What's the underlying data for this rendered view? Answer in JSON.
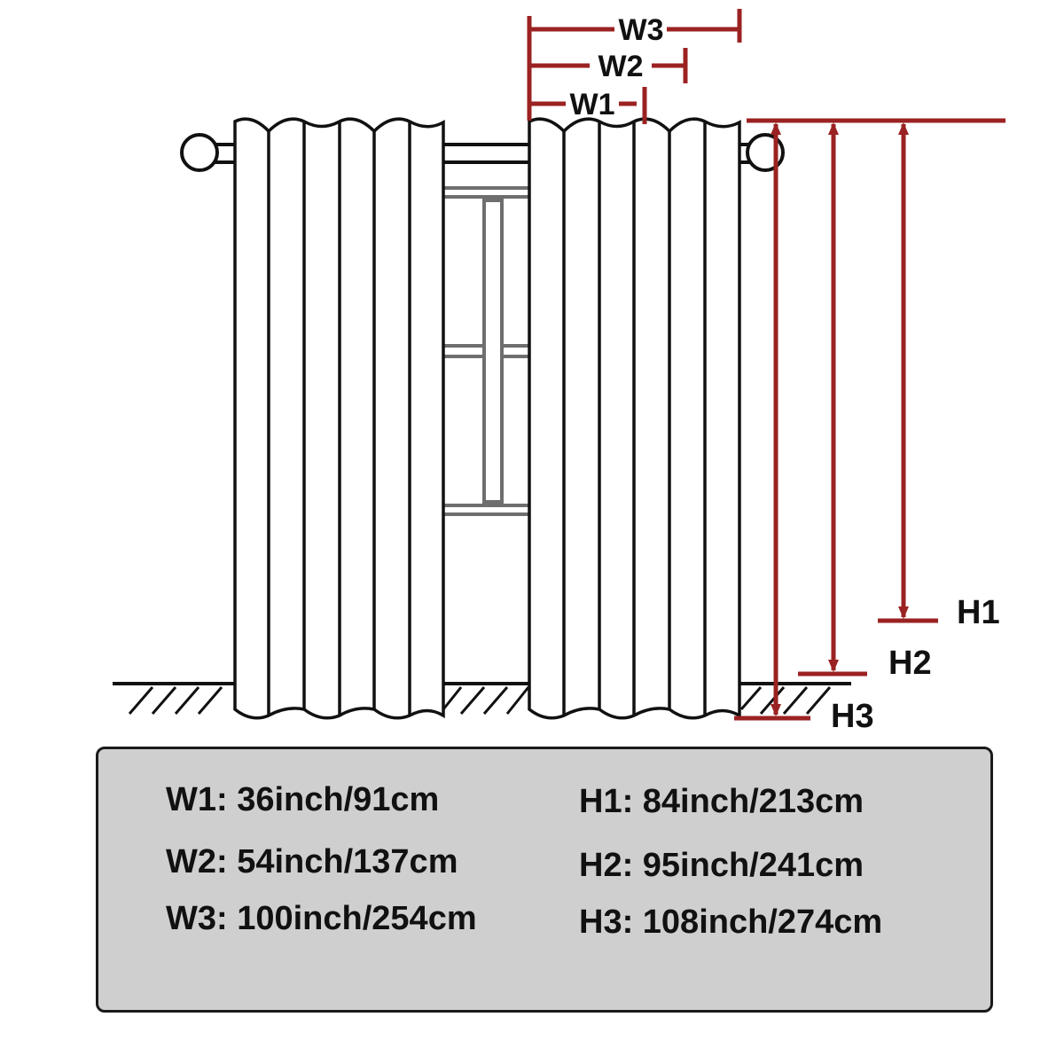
{
  "colors": {
    "dimension": "#9b2222",
    "outline": "#111111",
    "window": "#6e6e6e",
    "panel_bg": "#cfcfcf"
  },
  "diagram": {
    "width_labels": [
      "W1",
      "W2",
      "W3"
    ],
    "height_labels": [
      "H1",
      "H2",
      "H3"
    ]
  },
  "sizes": {
    "widths": [
      {
        "key": "W1",
        "text": "W1: 36inch/91cm"
      },
      {
        "key": "W2",
        "text": "W2: 54inch/137cm"
      },
      {
        "key": "W3",
        "text": "W3: 100inch/254cm"
      }
    ],
    "heights": [
      {
        "key": "H1",
        "text": "H1: 84inch/213cm"
      },
      {
        "key": "H2",
        "text": "H2: 95inch/241cm"
      },
      {
        "key": "H3",
        "text": "H3: 108inch/274cm"
      }
    ]
  }
}
